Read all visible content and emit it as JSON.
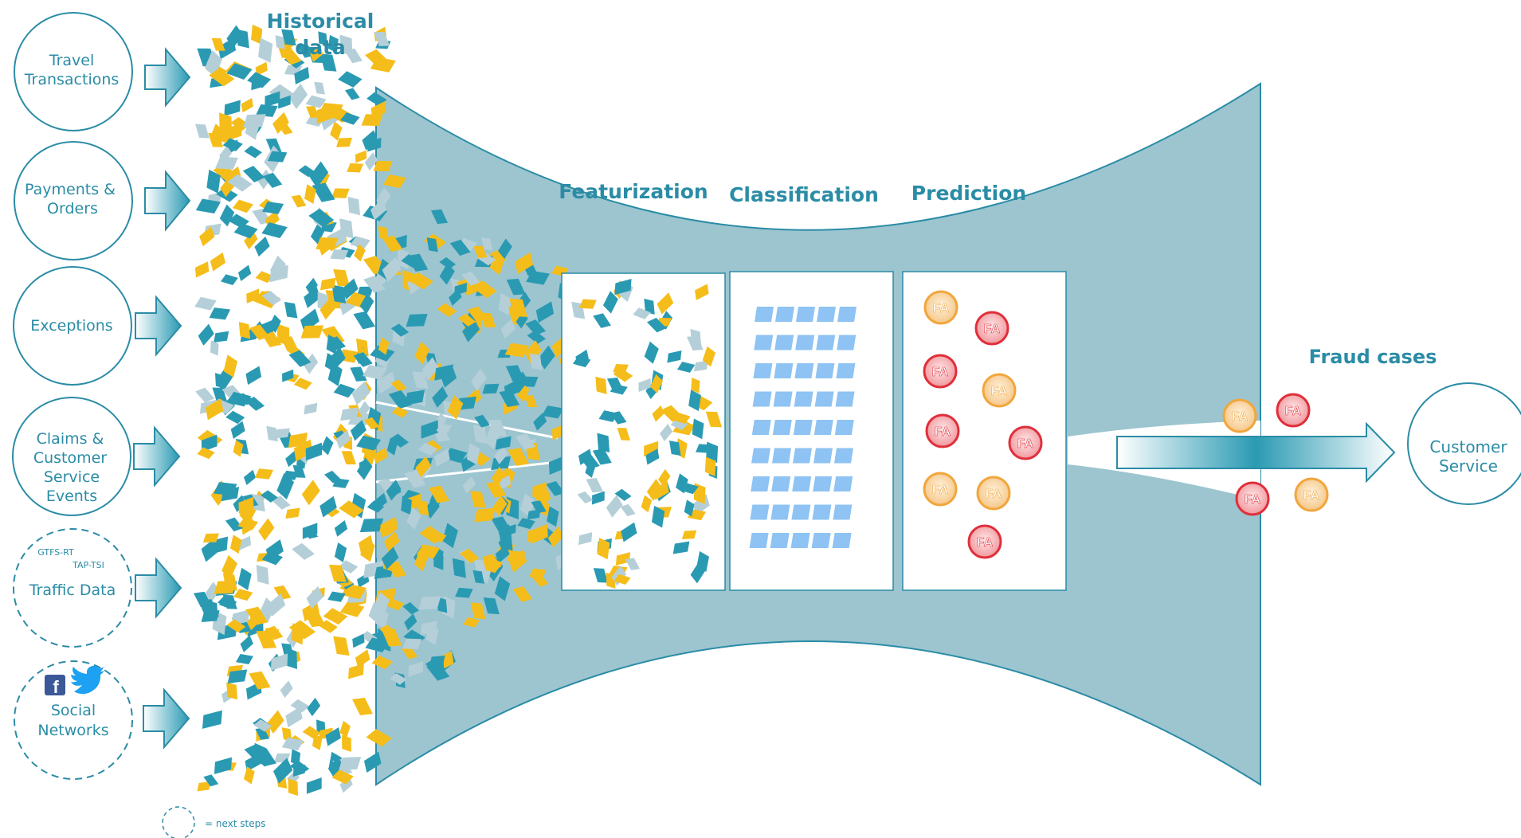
{
  "title": {
    "line1": "Historical",
    "line2": "data"
  },
  "sources": [
    {
      "lines": [
        "Travel",
        "Transactions"
      ],
      "dashed": false
    },
    {
      "lines": [
        "Payments &",
        "Orders"
      ],
      "dashed": false
    },
    {
      "lines": [
        "Exceptions"
      ],
      "dashed": false
    },
    {
      "lines": [
        "Claims &",
        "Customer",
        "Service",
        "Events"
      ],
      "dashed": false
    },
    {
      "lines": [
        "Traffic Data"
      ],
      "dashed": true,
      "small1": "GTFS-RT",
      "small2": "TAP-TSI"
    },
    {
      "lines": [
        "Social",
        "Networks"
      ],
      "dashed": true,
      "icons": [
        "facebook-icon",
        "twitter-icon"
      ]
    }
  ],
  "stages": [
    "Featurization",
    "Classification",
    "Prediction"
  ],
  "fraud_cases_label": "Fraud cases",
  "customer_service": [
    "Customer",
    "Service"
  ],
  "badge_text": "FA",
  "legend_text": "= next steps",
  "colors": {
    "teal": "#2a9ab3",
    "light_blue": "#b5cfd8",
    "yellow": "#f5bd1a",
    "funnel": "#9cc5cf",
    "outline": "#2b8ca6",
    "grid_blue": "#8ec3f3",
    "badge_red": "#e02f3a",
    "badge_orange": "#f1a63c"
  }
}
